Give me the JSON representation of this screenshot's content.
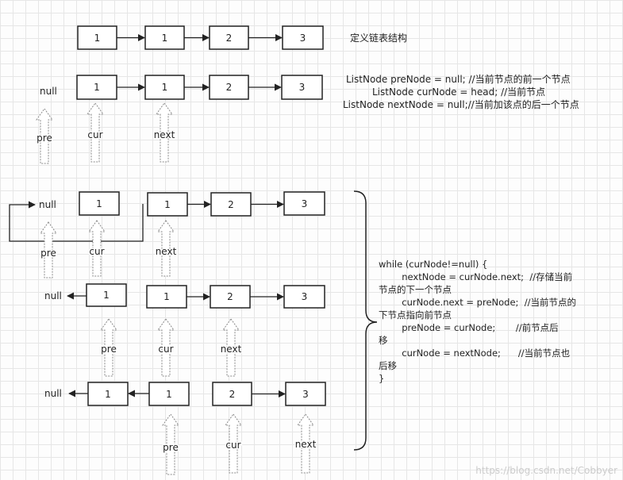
{
  "row1": {
    "nodes": [
      "1",
      "1",
      "2",
      "3"
    ],
    "caption": "定义链表结构"
  },
  "row2": {
    "nodes": [
      "1",
      "1",
      "2",
      "3"
    ],
    "null_label": "null",
    "pointers": {
      "pre": "pre",
      "cur": "cur",
      "next": "next"
    },
    "code": [
      "ListNode preNode = null; //当前节点的前一个节点",
      "ListNode curNode = head; //当前节点",
      "ListNode nextNode = null;//当前加该点的后一个节点"
    ]
  },
  "row3": {
    "nodes": [
      "1",
      "1",
      "2",
      "3"
    ],
    "null_label": "null",
    "pointers": {
      "pre": "pre",
      "cur": "cur",
      "next": "next"
    }
  },
  "row4": {
    "nodes": [
      "1",
      "1",
      "2",
      "3"
    ],
    "null_label": "null",
    "pointers": {
      "pre": "pre",
      "cur": "cur",
      "next": "next"
    }
  },
  "row5": {
    "nodes": [
      "1",
      "1",
      "2",
      "3"
    ],
    "null_label": "null",
    "pointers": {
      "pre": "pre",
      "cur": "cur",
      "next": "next"
    }
  },
  "loop_code": [
    "while (curNode!=null) {",
    "        nextNode = curNode.next;  //存储当前",
    "节点的下一个节点",
    "        curNode.next = preNode;  //当前节点的",
    "下节点指向前节点",
    "        preNode = curNode;       //前节点后",
    "移",
    "        curNode = nextNode;      //当前节点也",
    "后移",
    "}"
  ],
  "watermark": "https://blog.csdn.net/Cobbyer"
}
